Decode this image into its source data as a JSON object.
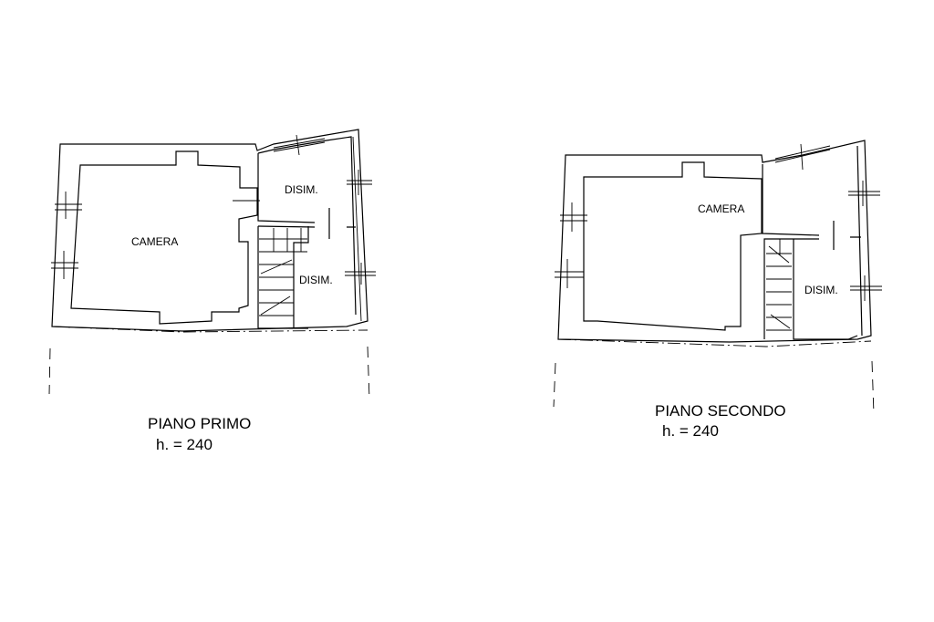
{
  "plans": [
    {
      "title": "PIANO PRIMO",
      "height_note": "h. = 240",
      "rooms": [
        "CAMERA",
        "DISIM.",
        "DISIM."
      ]
    },
    {
      "title": "PIANO SECONDO",
      "height_note": "h. = 240",
      "rooms": [
        "CAMERA",
        "DISIM."
      ]
    }
  ]
}
